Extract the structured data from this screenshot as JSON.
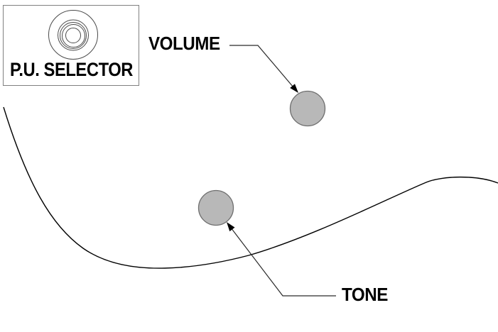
{
  "figure": {
    "description": "Guitar body control layout diagram"
  },
  "legend_box": {
    "label": "P.U. SELECTOR",
    "icon": "rotary-selector-icon"
  },
  "callouts": [
    {
      "label": "VOLUME",
      "points_to": "volume-knob"
    },
    {
      "label": "TONE",
      "points_to": "tone-knob"
    }
  ],
  "colors": {
    "background": "#ffffff",
    "knob_fill": "#b8b8b8",
    "knob_stroke": "#6e6e6e",
    "line": "#000000",
    "arrow": "#2a2a2a",
    "box_border": "#808080",
    "text": "#000000"
  }
}
